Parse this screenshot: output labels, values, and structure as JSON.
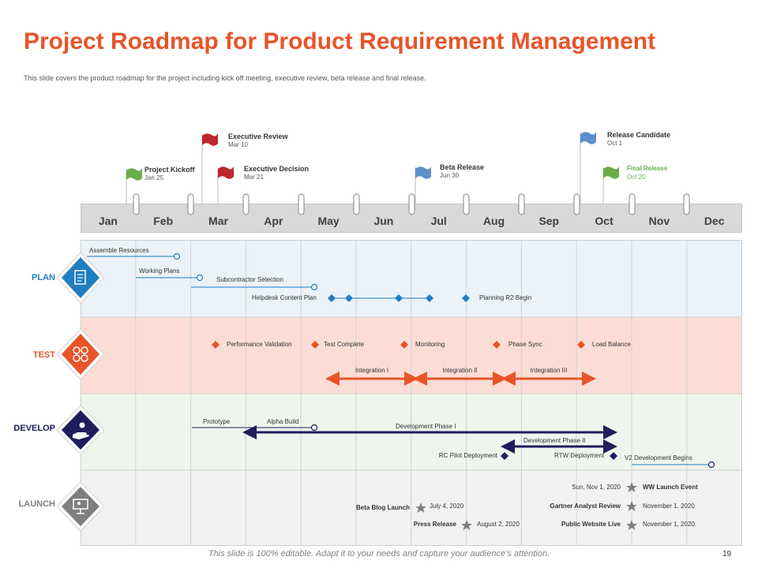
{
  "title": "Project Roadmap for Product Requirement Management",
  "subtitle": "This slide covers the product roadmap for the project including kick off meeting, executive review, beta release and final release.",
  "footer_note": "This slide is 100% editable. Adapt it to your needs and capture your audience’s attention.",
  "page_number": "19",
  "colors": {
    "title": "#E8542A",
    "plan": "#1F7FC0",
    "test": "#E8542A",
    "develop": "#1F1D5E",
    "launch": "#7F7F7F",
    "flag_green": "#6AAE4A",
    "flag_red": "#C0262D",
    "flag_blue": "#5B8FC9"
  },
  "months": [
    "Jan",
    "Feb",
    "Mar",
    "Apr",
    "May",
    "Jun",
    "Jul",
    "Aug",
    "Sep",
    "Oct",
    "Nov",
    "Dec"
  ],
  "milestones": [
    {
      "title": "Project Kickoff",
      "date": "Jan 25",
      "color": "green"
    },
    {
      "title": "Executive Review",
      "date": "Mar 10",
      "color": "red"
    },
    {
      "title": "Executive Decision",
      "date": "Mar 21",
      "color": "red"
    },
    {
      "title": "Beta Release",
      "date": "Jun 30",
      "color": "blue"
    },
    {
      "title": "Release Candidate",
      "date": "Oct 1",
      "color": "blue"
    },
    {
      "title": "Final Release",
      "date": "Oct 20",
      "color": "green"
    }
  ],
  "rows": {
    "plan": {
      "label": "PLAN",
      "icon": "checklist-icon",
      "items": [
        "Assemble Resources",
        "Working Plans",
        "Subcontractor  Selection",
        "Helpdesk Content Plan",
        "Planning R2 Begin"
      ]
    },
    "test": {
      "label": "TEST",
      "icon": "gears-icon",
      "items": [
        "Performance  Validation",
        "Test Complete",
        "Monitoring",
        "Phase Sync",
        "Load Balance"
      ],
      "integrations": [
        "Integration  I",
        "Integration  II",
        "Integration  III"
      ]
    },
    "develop": {
      "label": "DEVELOP",
      "icon": "hand-lightbulb-icon",
      "items": [
        "Prototype",
        "Alpha Build",
        "Development  Phase I",
        "Development  Phase II",
        "RC Pilot  Deployment",
        "RTW  Deployment",
        "V2 Development  Begins"
      ]
    },
    "launch": {
      "label": "LAUNCH",
      "icon": "presentation-icon",
      "events": [
        {
          "name": "Beta Blog Launch",
          "date": "July 4, 2020"
        },
        {
          "name": "Press Release",
          "date": "August 2, 2020"
        },
        {
          "name": "WW Launch Event",
          "date": "Sun, Nov 1, 2020"
        },
        {
          "name": "Gartner Analyst  Review",
          "date": "November 1, 2020"
        },
        {
          "name": "Public  Website  Live",
          "date": "November 1, 2020"
        }
      ]
    }
  }
}
